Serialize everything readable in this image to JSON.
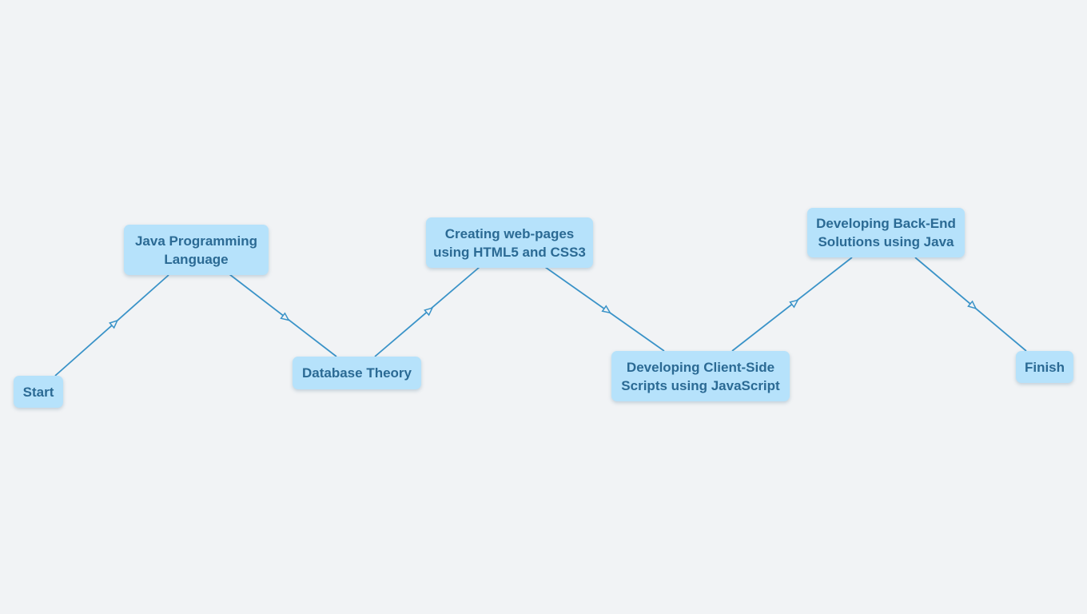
{
  "diagram": {
    "nodes": [
      {
        "id": "start",
        "lines": [
          "Start"
        ]
      },
      {
        "id": "java-programming",
        "lines": [
          "Java Programming",
          "Language"
        ]
      },
      {
        "id": "database-theory",
        "lines": [
          "Database Theory"
        ]
      },
      {
        "id": "web-pages",
        "lines": [
          "Creating web-pages",
          "using HTML5 and CSS3"
        ]
      },
      {
        "id": "client-side",
        "lines": [
          "Developing Client-Side",
          "Scripts using JavaScript"
        ]
      },
      {
        "id": "back-end",
        "lines": [
          "Developing Back-End",
          "Solutions using Java"
        ]
      },
      {
        "id": "finish",
        "lines": [
          "Finish"
        ]
      }
    ],
    "edges": [
      {
        "from": "start",
        "to": "java-programming"
      },
      {
        "from": "java-programming",
        "to": "database-theory"
      },
      {
        "from": "database-theory",
        "to": "web-pages"
      },
      {
        "from": "web-pages",
        "to": "client-side"
      },
      {
        "from": "client-side",
        "to": "back-end"
      },
      {
        "from": "back-end",
        "to": "finish"
      }
    ],
    "colors": {
      "background": "#f1f3f5",
      "node_fill": "#b6e2fb",
      "node_text": "#2b6a94",
      "edge": "#3a93c8"
    }
  }
}
